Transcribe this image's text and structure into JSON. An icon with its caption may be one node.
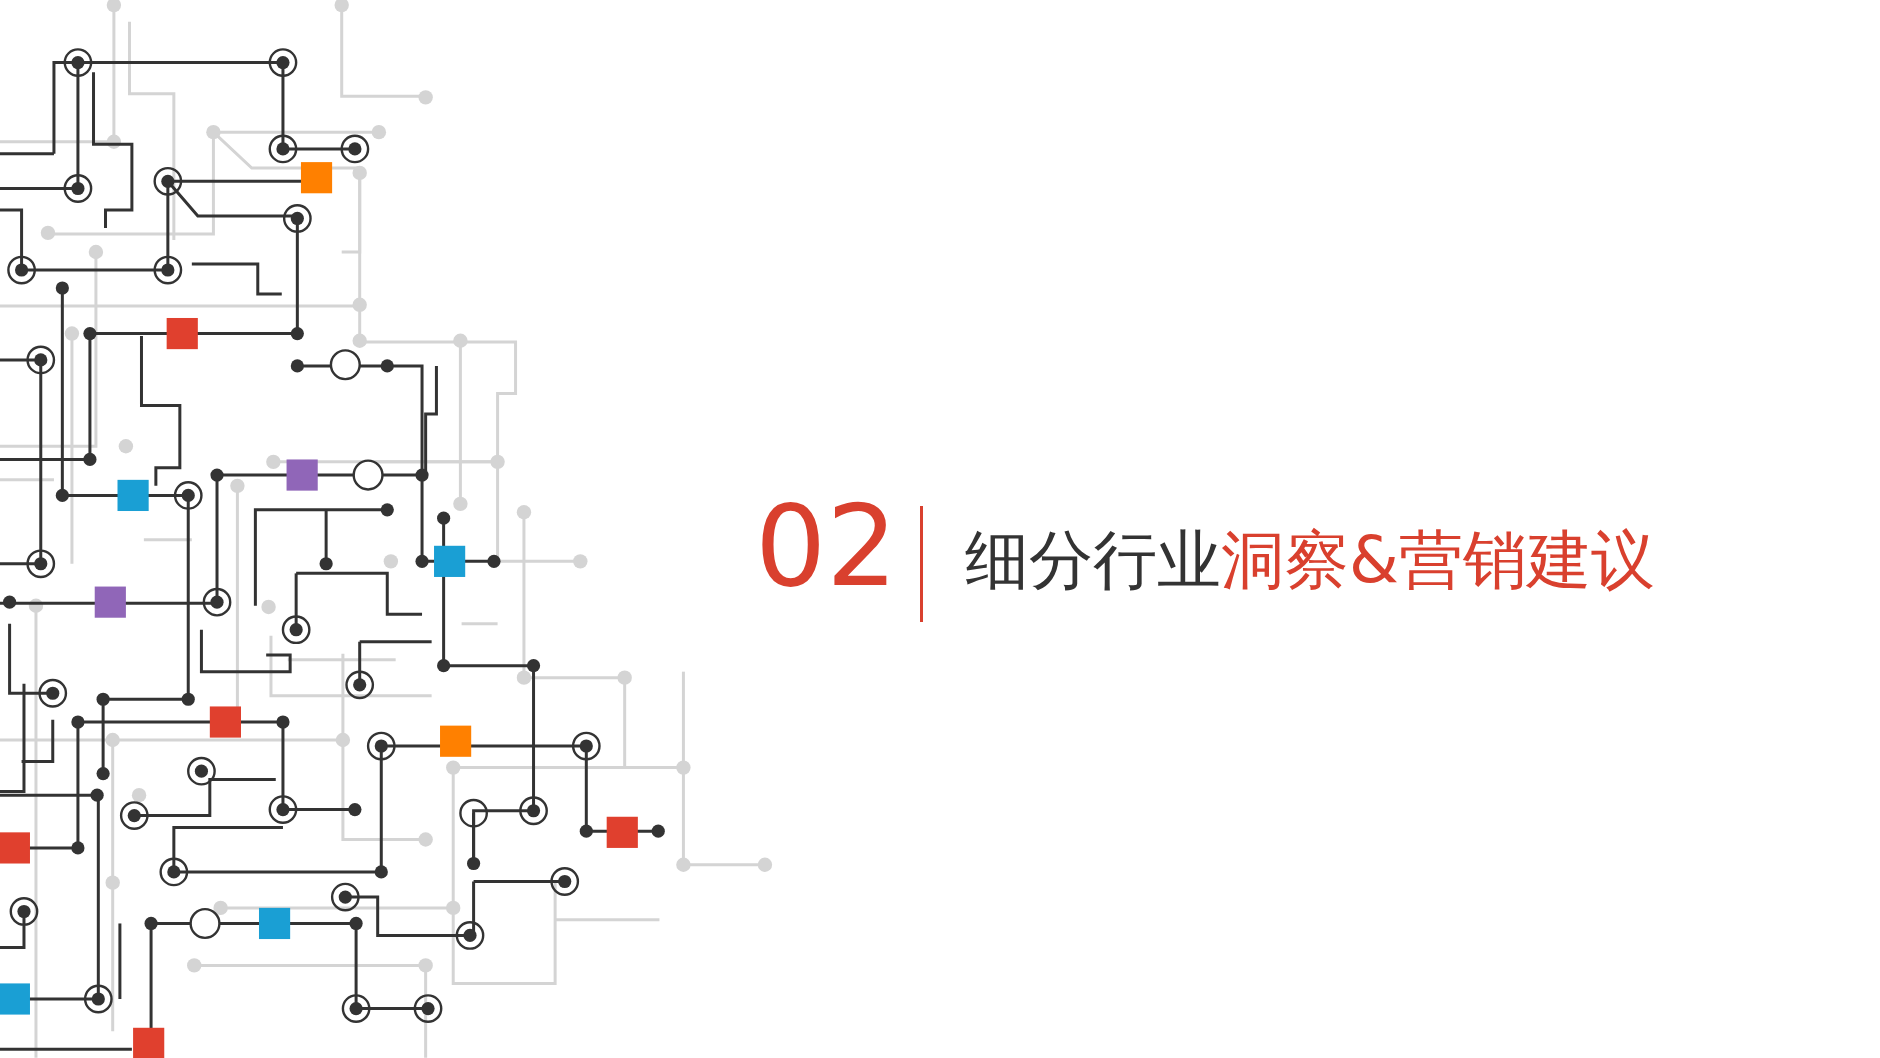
{
  "diagram": {
    "labels": [
      "02",
      "细分行业",
      "洞察&营销建议"
    ]
  }
}
